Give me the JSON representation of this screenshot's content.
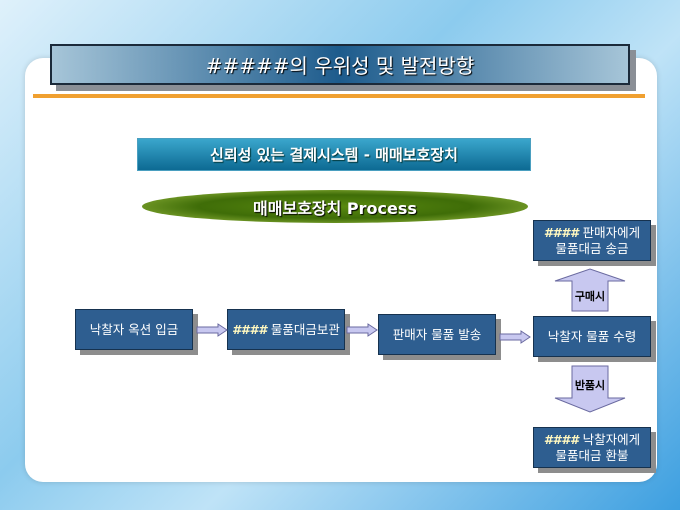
{
  "title": "#####의 우위성 및 발전방향",
  "subtitle": "신뢰성 있는 결제시스템 - 매매보호장치",
  "process_label": "매매보호장치 Process",
  "steps": [
    {
      "text": "낙찰자 옥션 입금"
    },
    {
      "hash": "####",
      "text": " 물품대금보관"
    },
    {
      "text": "판매자 물품 발송"
    },
    {
      "text": "낙찰자 물품 수령"
    }
  ],
  "outcome_purchase": {
    "hash": "####",
    "line1": " 판매자에게",
    "line2": "물품대금 송금",
    "arrow_label": "구매시"
  },
  "outcome_return": {
    "hash": "####",
    "line1": " 낙찰자에게",
    "line2": "물품대금 환불",
    "arrow_label": "반품시"
  },
  "colors": {
    "box": "#2e5e90",
    "rule": "#f0a030",
    "arrow": "#c8c8f0"
  }
}
